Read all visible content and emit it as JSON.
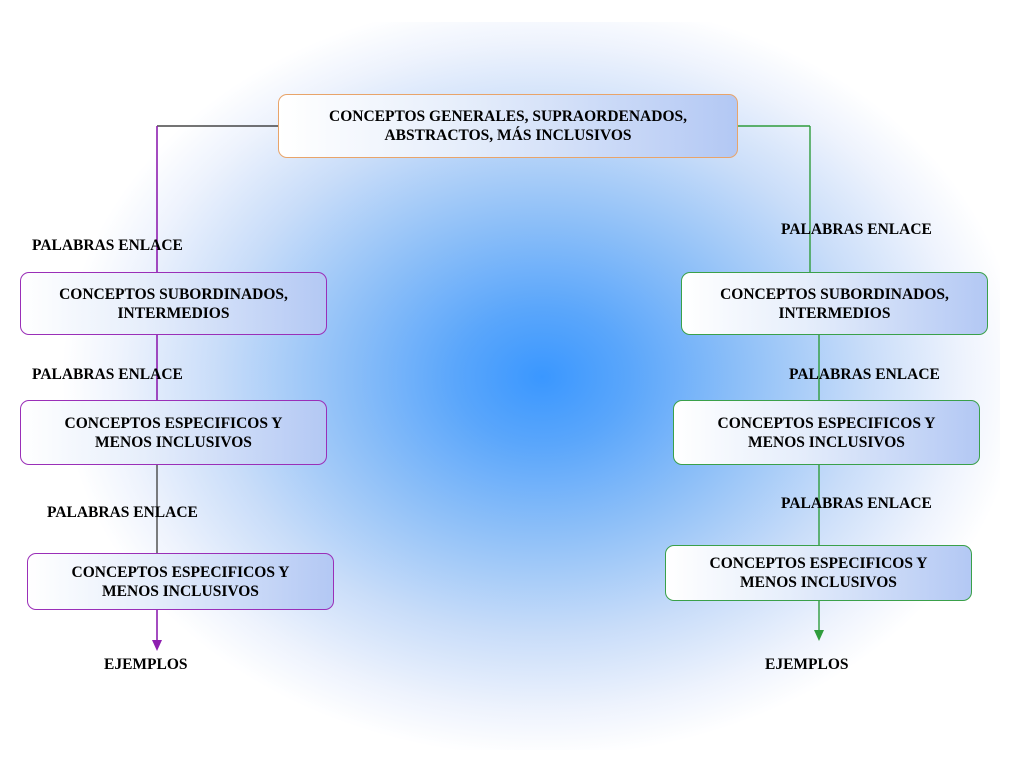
{
  "colors": {
    "left_branch": "#8e1fb0",
    "right_branch": "#2f9c3c",
    "top_connector": "#222222",
    "top_border": "#e8a46a"
  },
  "root": {
    "text": "CONCEPTOS GENERALES, SUPRAORDENADOS,\nABSTRACTOS, MÁS INCLUSIVOS"
  },
  "left": {
    "link1": "PALABRAS ENLACE",
    "node1": "CONCEPTOS SUBORDINADOS,\nINTERMEDIOS",
    "link2": "PALABRAS ENLACE",
    "node2": "CONCEPTOS ESPECIFICOS Y\nMENOS INCLUSIVOS",
    "link3": "PALABRAS ENLACE",
    "node3": "CONCEPTOS ESPECIFICOS Y\nMENOS INCLUSIVOS",
    "examples": "EJEMPLOS"
  },
  "right": {
    "link1": "PALABRAS ENLACE",
    "node1": "CONCEPTOS SUBORDINADOS,\nINTERMEDIOS",
    "link2": "PALABRAS ENLACE",
    "node2": "CONCEPTOS ESPECIFICOS Y\nMENOS INCLUSIVOS",
    "link3": "PALABRAS ENLACE",
    "node3": "CONCEPTOS ESPECIFICOS Y\nMENOS INCLUSIVOS",
    "examples": "EJEMPLOS"
  }
}
